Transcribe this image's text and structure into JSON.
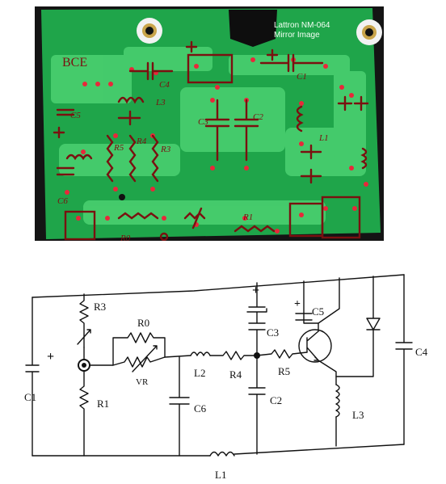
{
  "pcb": {
    "brand_line1": "Lattron NM-064",
    "brand_line2": "Mirror Image",
    "labels": {
      "bce": "BCE",
      "c4": "C4",
      "c1": "C1",
      "c5": "C5",
      "l3": "L3",
      "r5": "R5",
      "r4": "R4",
      "r3": "R3",
      "c3": "C3",
      "c2": "C2",
      "l1": "L1",
      "c6": "C6",
      "r0": "R0",
      "r1": "R1"
    }
  },
  "schematic": {
    "labels": {
      "r3": "R3",
      "r0": "R0",
      "vr": "VR",
      "l2": "L2",
      "r4": "R4",
      "r5": "R5",
      "c1": "C1",
      "r1": "R1",
      "c6": "C6",
      "c3": "C3",
      "c2": "C2",
      "c5": "C5",
      "l3": "L3",
      "c4": "C4",
      "l1": "L1",
      "plus_c1": "+",
      "plus_c3": "+",
      "plus_c5": "+"
    }
  }
}
